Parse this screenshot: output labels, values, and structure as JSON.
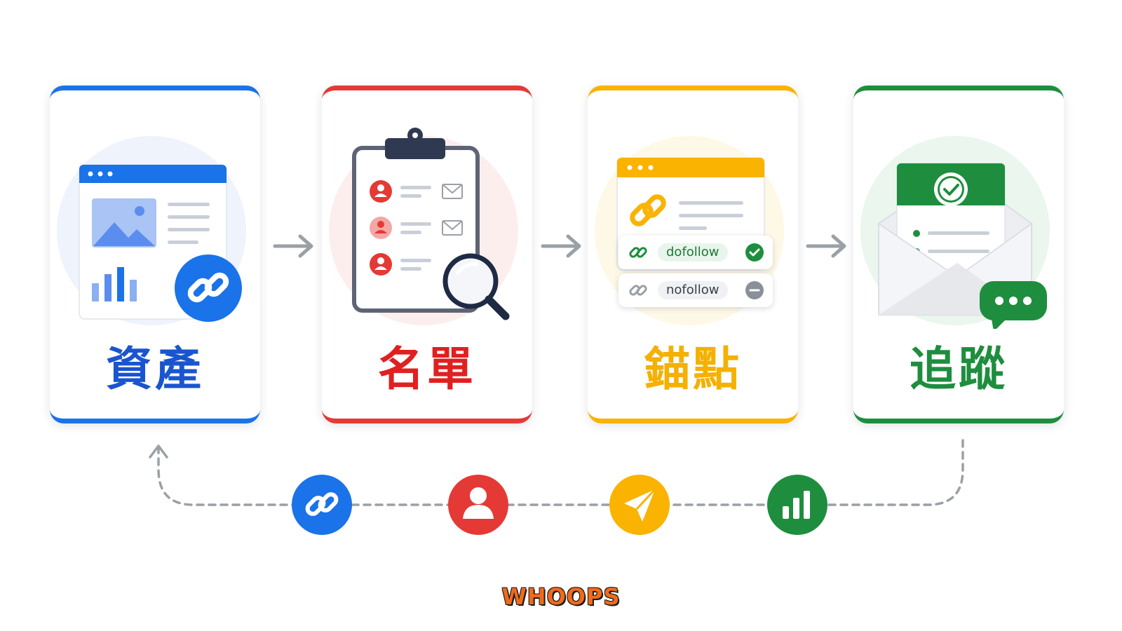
{
  "steps": [
    {
      "title": "資產",
      "color": "#1a55d0",
      "icon": "web-page-link-icon"
    },
    {
      "title": "名單",
      "color": "#e02020",
      "icon": "clipboard-search-icon"
    },
    {
      "title": "錨點",
      "color": "#f5b000",
      "icon": "anchor-link-icon"
    },
    {
      "title": "追蹤",
      "color": "#1e8e3e",
      "icon": "email-tracking-icon"
    }
  ],
  "anchor_options": {
    "dofollow": "dofollow",
    "nofollow": "nofollow"
  },
  "cycle_icons": [
    "link-icon",
    "person-icon",
    "send-icon",
    "bar-chart-icon"
  ],
  "brand": "WHOOPS",
  "colors": {
    "blue": "#1a73e8",
    "red": "#e53935",
    "yellow": "#f9b300",
    "green": "#1e8e3e",
    "arrow": "#9aa0a6"
  }
}
